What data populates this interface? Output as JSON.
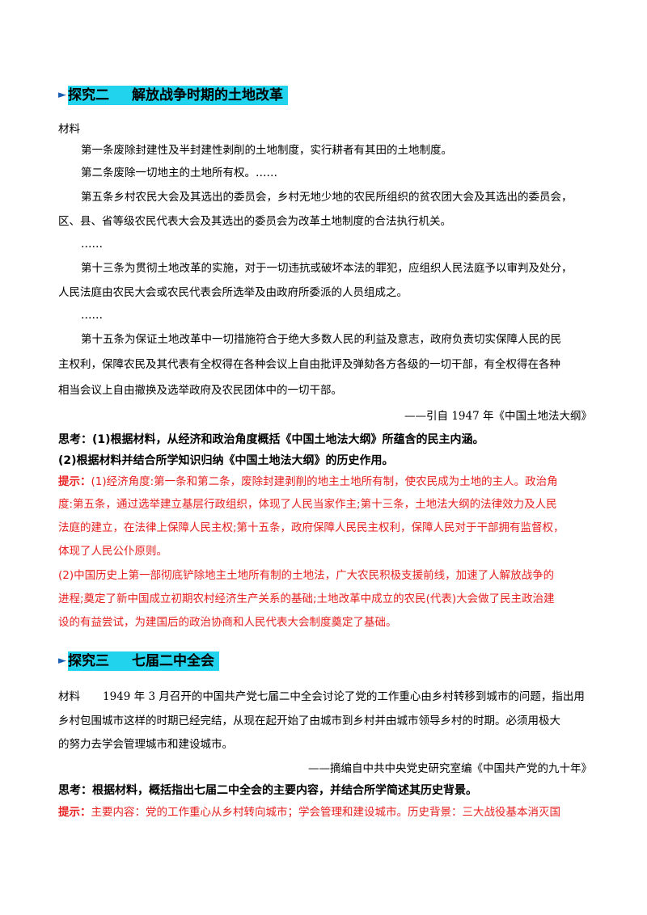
{
  "section2": {
    "title1": "探究二",
    "title2": "解放战争时期的土地改革",
    "material_label": "材料",
    "clauses": [
      "第一条废除封建性及半封建性剥削的土地制度，实行耕者有其田的土地制度。",
      "第二条废除一切地主的土地所有权。……",
      "第五条乡村农民大会及其选出的委员会，乡村无地少地的农民所组织的贫农团大会及其选出的委员会，",
      "区、县、省等级农民代表大会及其选出的委员会为改革土地制度的合法执行机关。",
      "……",
      "第十三条为贯彻土地改革的实施，对于一切违抗或破坏本法的罪犯，应组织人民法庭予以审判及处分，",
      "人民法庭由农民大会或农民代表会所选举及由政府所委派的人员组成之。",
      "……",
      "第十五条为保证土地改革中一切措施符合于绝大多数人民的利益及意志，政府负责切实保障人民的民",
      "主权利，保障农民及其代表有全权得在各种会议上自由批评及弹劾各方各级的一切干部，有全权得在各种",
      "相当会议上自由撤换及选举政府及农民团体中的一切干部。"
    ],
    "source": "——引自 1947 年《中国土地法大纲》",
    "question1": "思考：(1)根据材料，从经济和政治角度概括《中国土地法大纲》所蕴含的民主内涵。",
    "question2": "(2)根据材料并结合所学知识归纳《中国土地法大纲》的历史作用。",
    "hint_label": "提示：",
    "hint_lines": [
      "(1)经济角度:第一条和第二条，废除封建剥削的地主土地所有制，使农民成为土地的主人。政治角",
      "度:第五条，通过选举建立基层行政组织，体现了人民当家作主;第十三条，土地法大纲的法律效力及人民",
      "法庭的建立，在法律上保障人民主权;第十五条，政府保障人民民主权利，保障人民对于干部拥有监督权，",
      "体现了人民公仆原则。",
      "(2)中国历史上第一部彻底铲除地主土地所有制的土地法，广大农民积极支援前线，加速了人解放战争的",
      "进程;奠定了新中国成立初期农村经济生产关系的基础;土地改革中成立的农民(代表)大会做了民主政治建",
      "设的有益尝试，为建国后的政治协商和人民代表大会制度奠定了基础。"
    ]
  },
  "section3": {
    "title1": "探究三",
    "title2": "七届二中全会",
    "material_label": "材料",
    "material_lines": [
      "1949 年 3 月召开的中国共产党七届二中全会讨论了党的工作重心由乡村转移到城市的问题，指出用",
      "乡村包围城市这样的时期已经完结，从现在起开始了由城市到乡村并由城市领导乡村的时期。必须用极大",
      "的努力去学会管理城市和建设城市。"
    ],
    "source": "——摘编自中共中央党史研究室编《中国共产党的九十年》",
    "question": "思考：根据材料，概括指出七届二中全会的主要内容，并结合所学简述其历史背景。",
    "hint_label": "提示：",
    "hint_text": "主要内容：党的工作重心从乡村转向城市；学会管理和建设城市。历史背景：三大战役基本消灭国"
  }
}
